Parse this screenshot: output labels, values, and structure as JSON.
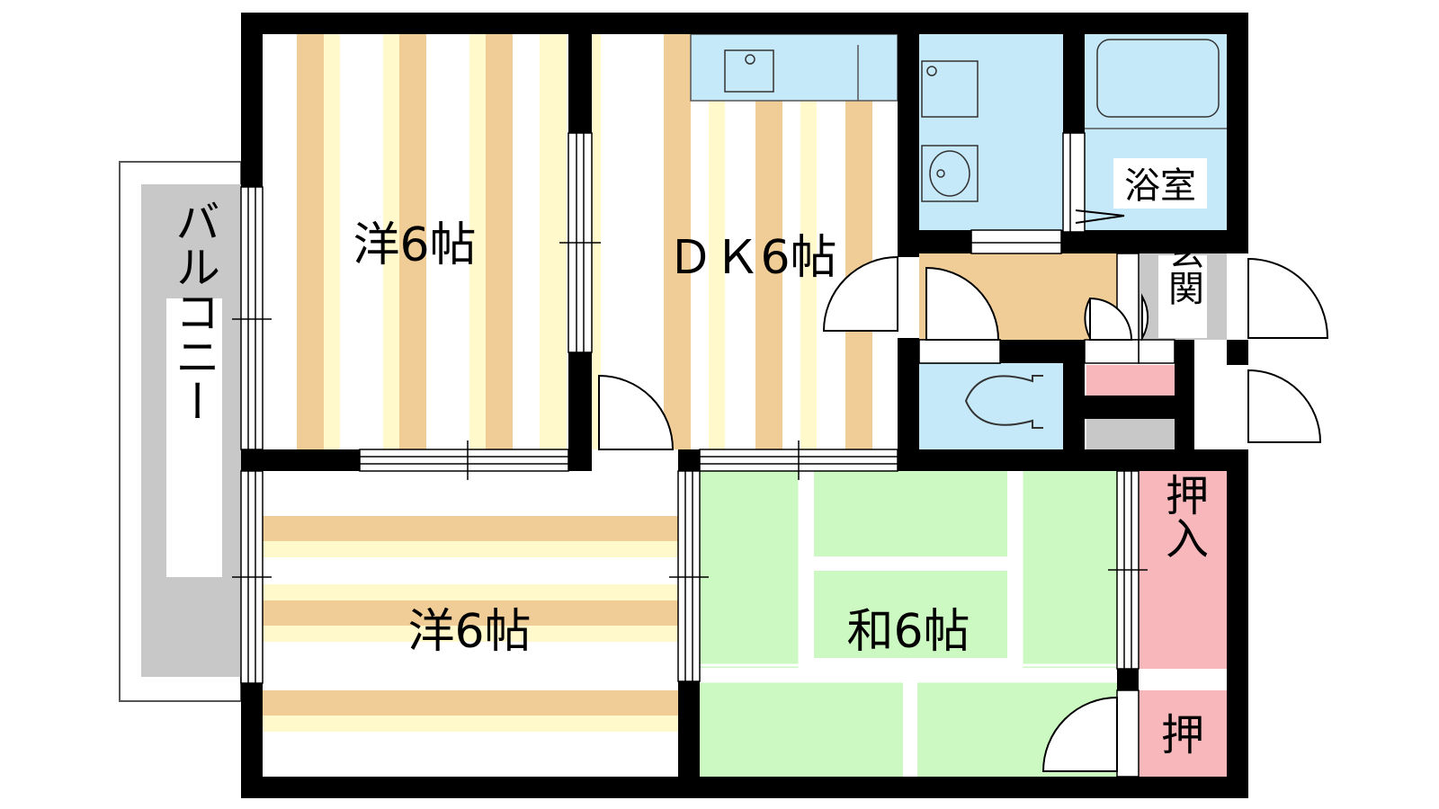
{
  "rooms": {
    "western_upper": "洋6帖",
    "dining_kitchen": "ＤＫ6帖",
    "western_lower": "洋6帖",
    "japanese": "和6帖",
    "bath": "浴室",
    "entrance": "玄関",
    "closet_large": "押入",
    "closet_small": "押",
    "balcony": "バルコニー"
  },
  "colors": {
    "wall": "#000000",
    "flooring_stripe": "#f0cc96",
    "flooring_light": "#fff9cc",
    "wet_area": "#c6e9f9",
    "tatami": "#ccf9c1",
    "closet": "#f7b7bb",
    "entrance_floor": "#f0cc96",
    "balcony": "#c8c8c8",
    "storage_grey": "#c8c8c8"
  }
}
